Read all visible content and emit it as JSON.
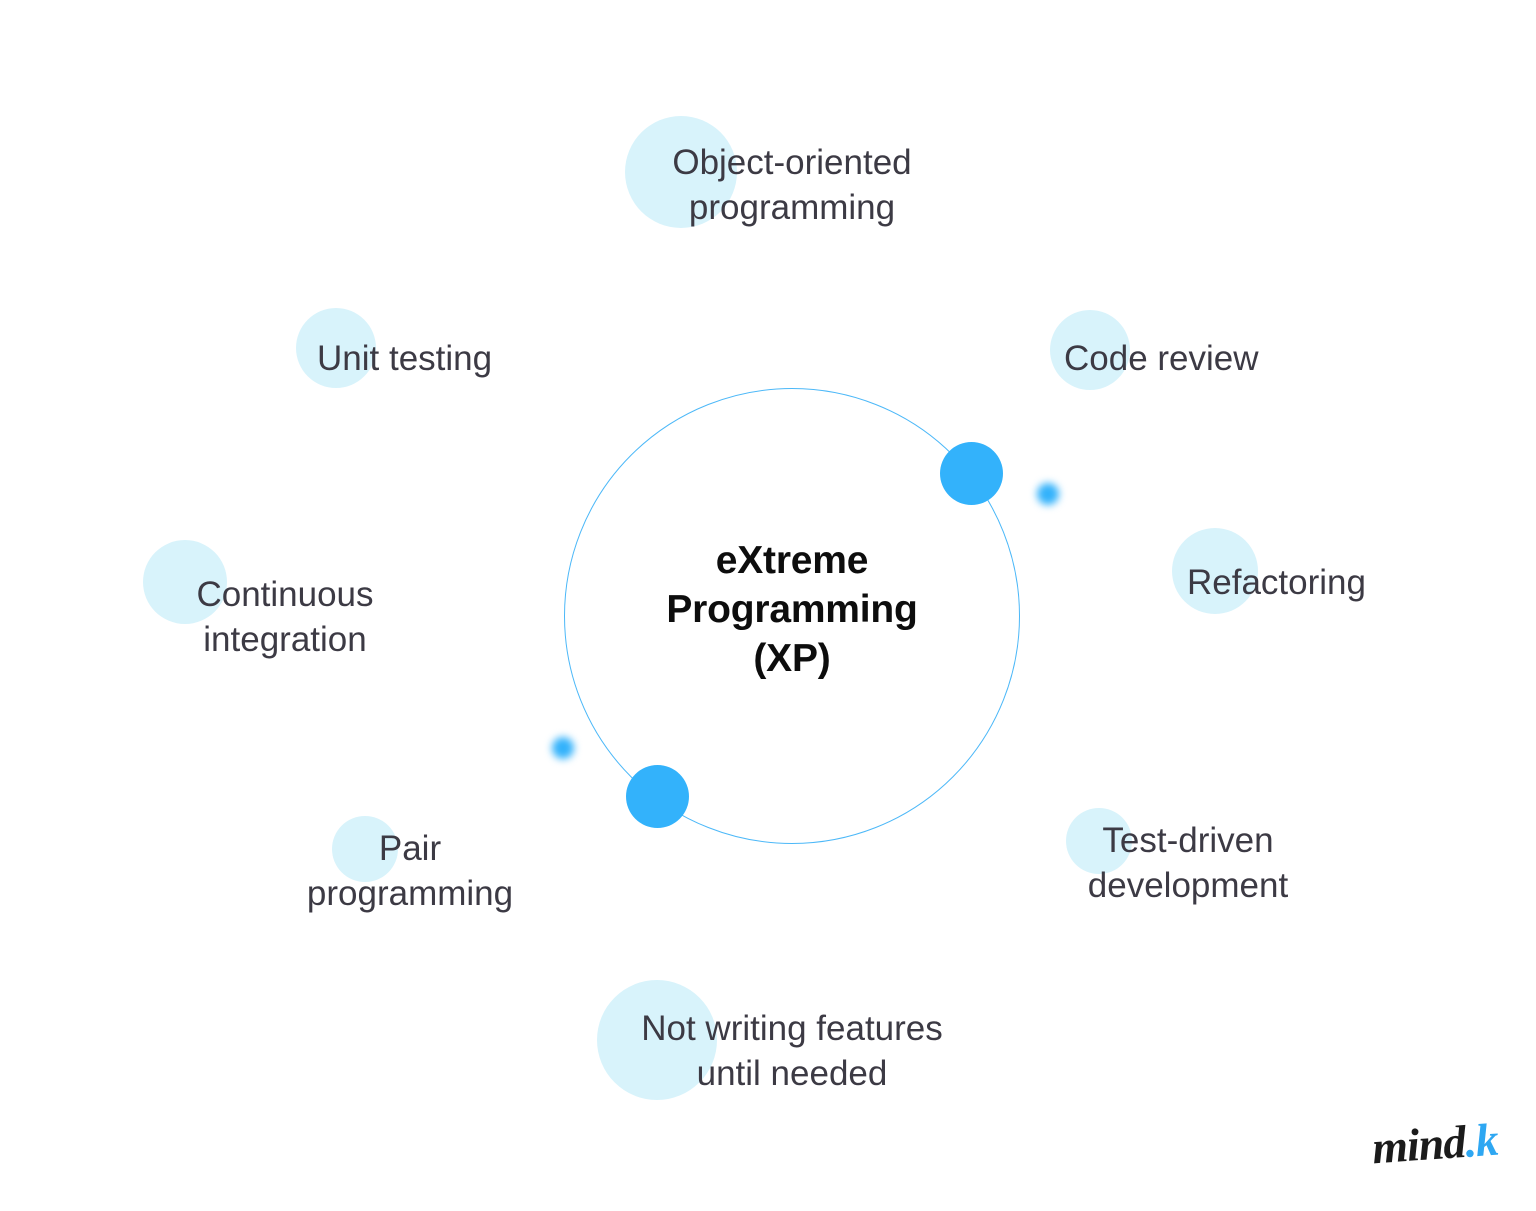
{
  "diagram": {
    "type": "radial-concept-map",
    "background_color": "#ffffff",
    "accent_color": "#33b2fb",
    "blob_color": "#d8f3fb",
    "label_color": "#3c3a44",
    "center": {
      "title_lines": [
        "eXtreme",
        "Programming",
        "(XP)"
      ],
      "title_full": "eXtreme Programming (XP)"
    },
    "ring": {
      "stroke_color": "#4cb8f8"
    },
    "nodes": [
      {
        "id": "object-oriented-programming",
        "lines": [
          "Object-oriented",
          "programming"
        ],
        "text": "Object-oriented programming"
      },
      {
        "id": "unit-testing",
        "lines": [
          "Unit testing"
        ],
        "text": "Unit testing"
      },
      {
        "id": "code-review",
        "lines": [
          "Code review"
        ],
        "text": "Code review"
      },
      {
        "id": "continuous-integration",
        "lines": [
          "Continuous",
          "integration"
        ],
        "text": "Continuous integration"
      },
      {
        "id": "refactoring",
        "lines": [
          "Refactoring"
        ],
        "text": "Refactoring"
      },
      {
        "id": "pair-programming",
        "lines": [
          "Pair",
          "programming"
        ],
        "text": "Pair programming"
      },
      {
        "id": "test-driven-development",
        "lines": [
          "Test-driven",
          "development"
        ],
        "text": "Test-driven development"
      },
      {
        "id": "not-writing-features-until-needed",
        "lines": [
          "Not writing features",
          "until needed"
        ],
        "text": "Not writing features until needed"
      }
    ]
  },
  "brand": {
    "name_dark": "mind",
    "name_accent": ".k",
    "full": "mind.k",
    "accent_color": "#2ea7f2"
  }
}
